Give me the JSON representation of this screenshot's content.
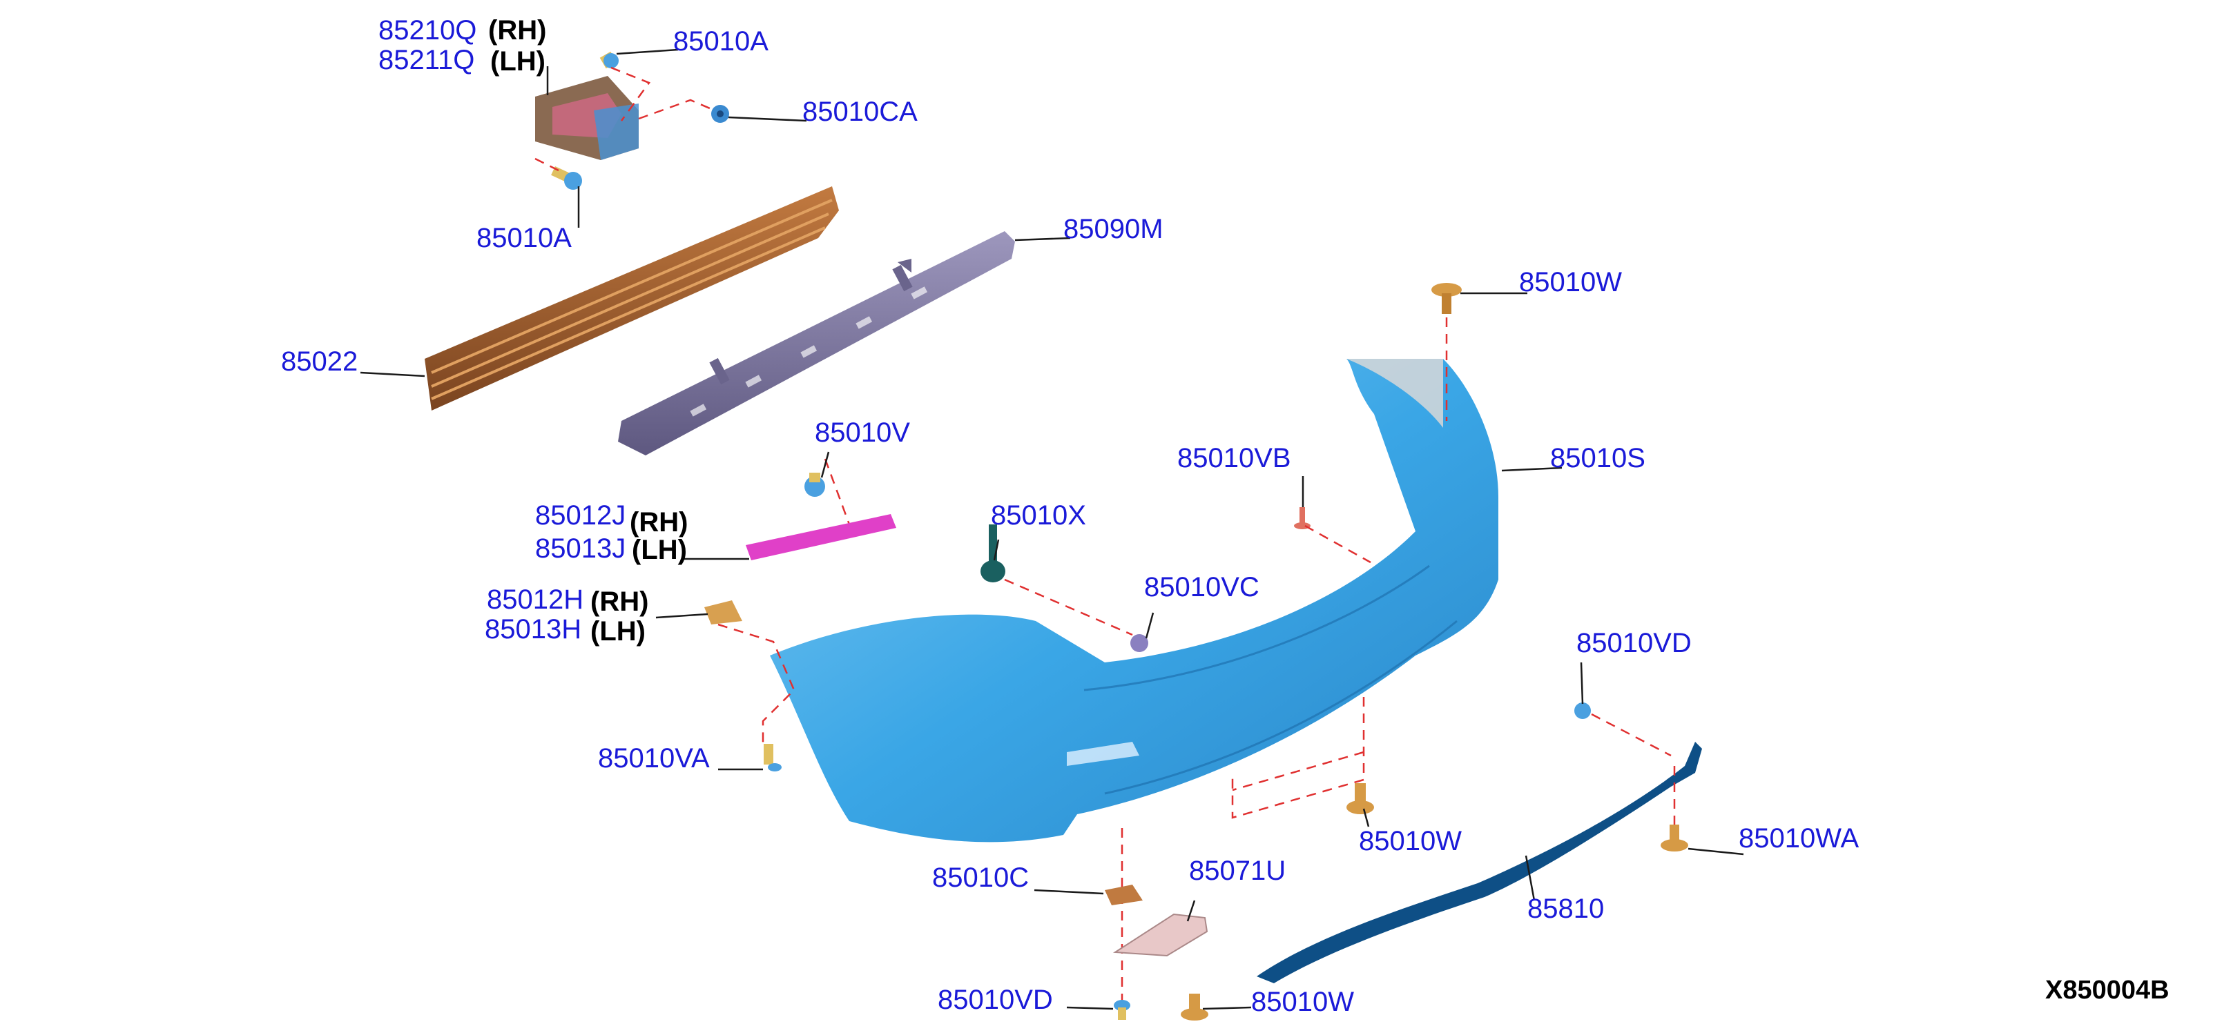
{
  "parts": {
    "p85210Q": "85210Q",
    "p85211Q": "85211Q",
    "p85010A_top": "85010A",
    "p85010CA": "85010CA",
    "p85010A_bot": "85010A",
    "p85090M": "85090M",
    "p85022": "85022",
    "p85010W_top": "85010W",
    "p85010S": "85010S",
    "p85010V": "85010V",
    "p85010VB": "85010VB",
    "p85012J": "85012J",
    "p85013J": "85013J",
    "p85010X": "85010X",
    "p85010VC": "85010VC",
    "p85012H": "85012H",
    "p85013H": "85013H",
    "p85010VD_right": "85010VD",
    "p85010VA": "85010VA",
    "p85010W_mid": "85010W",
    "p85010WA": "85010WA",
    "p85010C": "85010C",
    "p85071U": "85071U",
    "p85810": "85810",
    "p85010VD_bot": "85010VD",
    "p85010W_bot": "85010W"
  },
  "sides": {
    "rh": "(RH)",
    "lh": "(LH)"
  },
  "diagram_code": "X850004B",
  "colors": {
    "label_blue": "#1a1ad8",
    "bumper_fascia": "#3aa6e6",
    "reinforcement_bronze": "#9a5a2c",
    "absorber_gray": "#7d76a0",
    "dashed_red": "#e03030",
    "lower_spoiler": "#0e4f86",
    "reflector_pink": "#e040c8",
    "fastener_gold": "#d69a45"
  }
}
